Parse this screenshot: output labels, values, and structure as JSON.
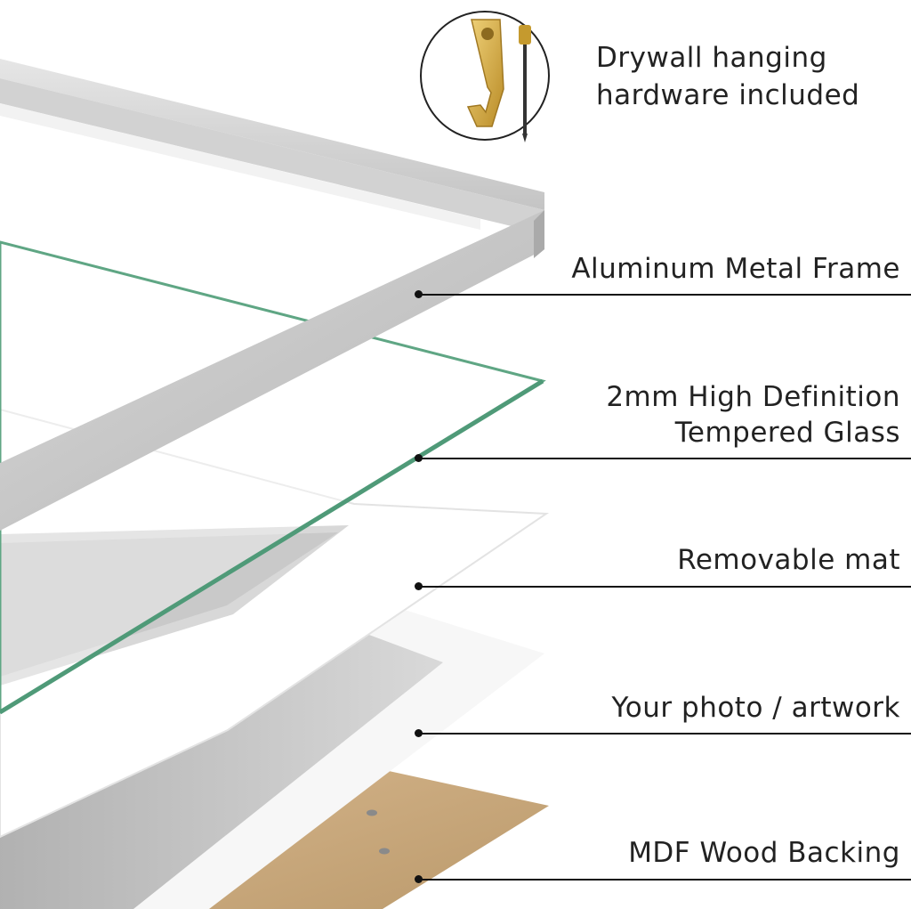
{
  "hardware": {
    "icon": "hook-and-nail-icon",
    "line1": "Drywall hanging",
    "line2": "hardware included"
  },
  "layers": [
    {
      "id": "frame",
      "label": "Aluminum Metal Frame"
    },
    {
      "id": "glass",
      "label_line1": "2mm High Definition",
      "label_line2": "Tempered Glass"
    },
    {
      "id": "mat",
      "label": "Removable mat"
    },
    {
      "id": "photo",
      "label": "Your photo / artwork"
    },
    {
      "id": "backing",
      "label": "MDF Wood Backing"
    }
  ],
  "colors": {
    "text": "#222222",
    "frame": "#c8c8c8",
    "glass_edge": "#5fa684",
    "mat": "#ffffff",
    "photo_gray": "#bdbdbd",
    "backing": "#c7a77c",
    "hook_gold": "#d9b24a"
  }
}
